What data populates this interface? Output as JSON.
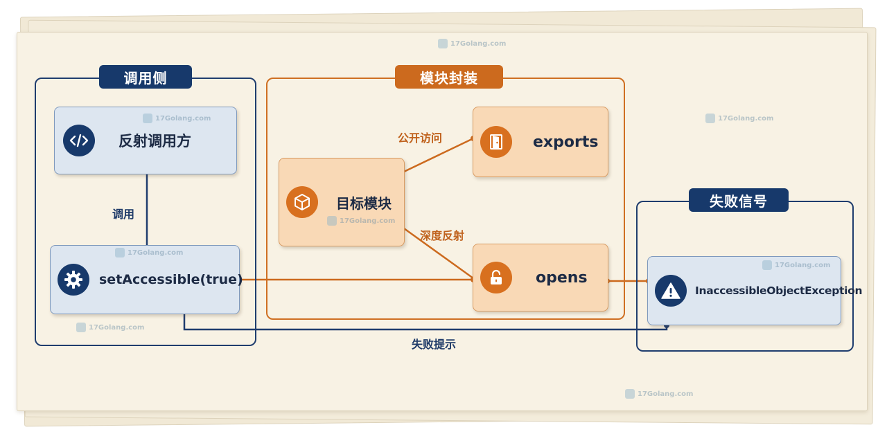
{
  "groups": {
    "caller": {
      "title": "调用侧"
    },
    "module": {
      "title": "模块封装"
    },
    "failure": {
      "title": "失败信号"
    }
  },
  "nodes": {
    "reflect_caller": {
      "label": "反射调用方",
      "icon": "code-icon"
    },
    "set_accessible": {
      "label": "setAccessible(true)",
      "icon": "gear-icon"
    },
    "target_module": {
      "label": "目标模块",
      "icon": "cube-icon"
    },
    "exports": {
      "label": "exports",
      "icon": "door-icon"
    },
    "opens": {
      "label": "opens",
      "icon": "unlock-icon"
    },
    "exception": {
      "label": "InaccessibleObjectException",
      "icon": "warning-icon"
    }
  },
  "edges": {
    "invoke": "调用",
    "public_access": "公开访问",
    "deep_reflection": "深度反射",
    "failure_hint": "失败提示"
  },
  "watermark": {
    "text": "17Golang.com"
  },
  "colors": {
    "blue": "#17396b",
    "orange": "#cc6a1e",
    "paper": "#f8f2e4"
  }
}
